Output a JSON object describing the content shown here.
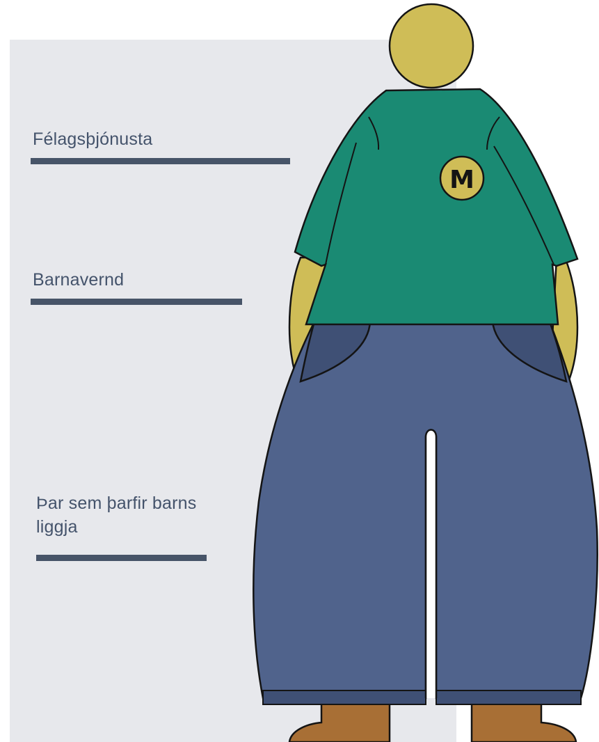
{
  "labels": [
    {
      "text": "Félagsþjónusta"
    },
    {
      "text": "Barnavernd"
    },
    {
      "text": "Þar sem þarfir barns liggja"
    }
  ],
  "figure": {
    "badge_letter": "M",
    "colors": {
      "skin": "#cfbd57",
      "shirt": "#1a8a73",
      "pants": "#50638c",
      "pants_shadow": "#3f5075",
      "shoes": "#a86f35",
      "outline": "#141414"
    }
  },
  "panel": {
    "background": "#e7e8ec",
    "text_color": "#44536b",
    "bar_color": "#475468"
  }
}
